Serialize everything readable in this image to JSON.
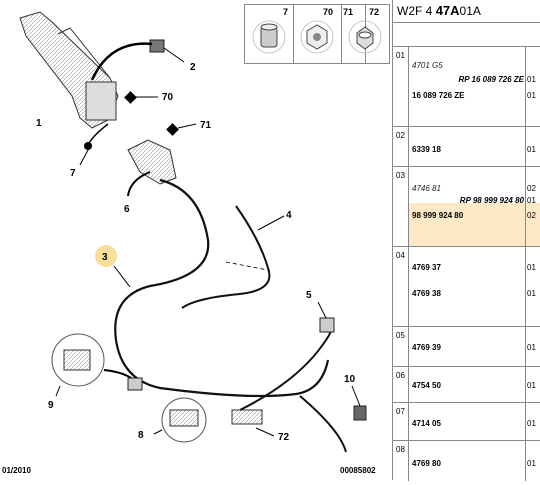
{
  "header": {
    "prefix": "W2F 4",
    "bold": "47A",
    "suffix": "01A"
  },
  "thumbnails": [
    "7",
    "70",
    "71",
    "72"
  ],
  "callouts": [
    "1",
    "2",
    "3",
    "4",
    "5",
    "6",
    "7",
    "70",
    "71",
    "8",
    "9",
    "10",
    "72"
  ],
  "footer": {
    "date": "01/2010",
    "code": "00085802"
  },
  "colors": {
    "highlight": "#fde9c8",
    "callout_circle": "#f7d27a"
  },
  "groups": [
    {
      "num": "01",
      "lines": [
        {
          "text": "4701 G5",
          "style": "it"
        },
        {
          "text": "RP 16 089 726 ZE",
          "style": "ref",
          "qty": "01"
        },
        {
          "text": "16 089 726 ZE",
          "style": "b",
          "qty": "01"
        }
      ]
    },
    {
      "num": "02",
      "lines": [
        {
          "text": "6339 18",
          "style": "b",
          "qty": "01"
        }
      ]
    },
    {
      "num": "03",
      "highlight": false,
      "lines": [
        {
          "text": "4746 81",
          "style": "it",
          "qty": "02"
        },
        {
          "text": "RP 98 999 924 80",
          "style": "ref",
          "qty": "01"
        },
        {
          "text": "98 999 924 80",
          "style": "b",
          "qty": "02",
          "highlight": true
        }
      ]
    },
    {
      "num": "04",
      "lines": [
        {
          "text": "4769 37",
          "style": "b",
          "qty": "01"
        },
        {
          "text": "4769 38",
          "style": "b",
          "qty": "01"
        }
      ]
    },
    {
      "num": "05",
      "lines": [
        {
          "text": "4769 39",
          "style": "b",
          "qty": "01"
        }
      ]
    },
    {
      "num": "06",
      "lines": [
        {
          "text": "4754 50",
          "style": "b",
          "qty": "01"
        }
      ]
    },
    {
      "num": "07",
      "lines": [
        {
          "text": "4714 05",
          "style": "b",
          "qty": "01"
        }
      ]
    },
    {
      "num": "08",
      "lines": [
        {
          "text": "4769 80",
          "style": "b",
          "qty": "01"
        }
      ]
    }
  ]
}
